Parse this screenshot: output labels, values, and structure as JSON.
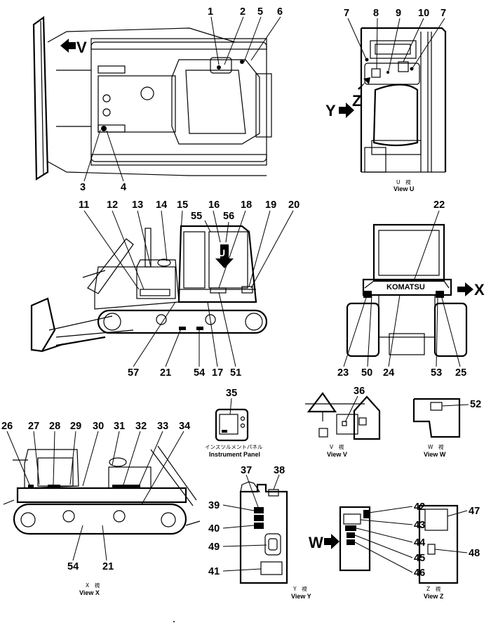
{
  "views": {
    "top": {
      "arrow_label": "V",
      "callouts": [
        "1",
        "2",
        "5",
        "6",
        "3",
        "4"
      ]
    },
    "view_u": {
      "callouts": [
        "7",
        "8",
        "9",
        "10",
        "7"
      ],
      "arrow_y": "Y",
      "arrow_z": "Z",
      "caption_jp": "U　視",
      "caption_en": "View  U"
    },
    "side": {
      "callouts_top": [
        "11",
        "12",
        "13",
        "14",
        "15",
        "55",
        "16",
        "56",
        "18",
        "19",
        "20"
      ],
      "callouts_bottom": [
        "57",
        "21",
        "54",
        "17",
        "51"
      ],
      "arrow_u": "U"
    },
    "rear": {
      "callouts": [
        "22",
        "23",
        "50",
        "24",
        "53",
        "25"
      ],
      "brand": "KOMATSU",
      "arrow_x": "X"
    },
    "instrument_panel": {
      "callouts": [
        "35"
      ],
      "caption_jp": "インスツルメントパネル",
      "caption_en": "Instrument  Panel"
    },
    "view_v": {
      "callouts": [
        "36"
      ],
      "caption_jp": "V　視",
      "caption_en": "View  V"
    },
    "view_w": {
      "callouts": [
        "52"
      ],
      "caption_jp": "W　視",
      "caption_en": "View  W"
    },
    "view_x": {
      "callouts_top": [
        "26",
        "27",
        "28",
        "29",
        "30",
        "31",
        "32",
        "33",
        "34"
      ],
      "callouts_bottom": [
        "54",
        "21"
      ],
      "caption_jp": "X　視",
      "caption_en": "View  X"
    },
    "view_y": {
      "callouts": [
        "37",
        "38",
        "39",
        "40",
        "49",
        "41"
      ],
      "caption_jp": "Y　視",
      "caption_en": "View  Y"
    },
    "view_w_detail": {
      "arrow_w": "W",
      "callouts": [
        "42",
        "43",
        "44",
        "45",
        "46"
      ]
    },
    "view_z": {
      "callouts": [
        "47",
        "48"
      ],
      "caption_jp": "Z　視",
      "caption_en": "View  Z"
    }
  }
}
